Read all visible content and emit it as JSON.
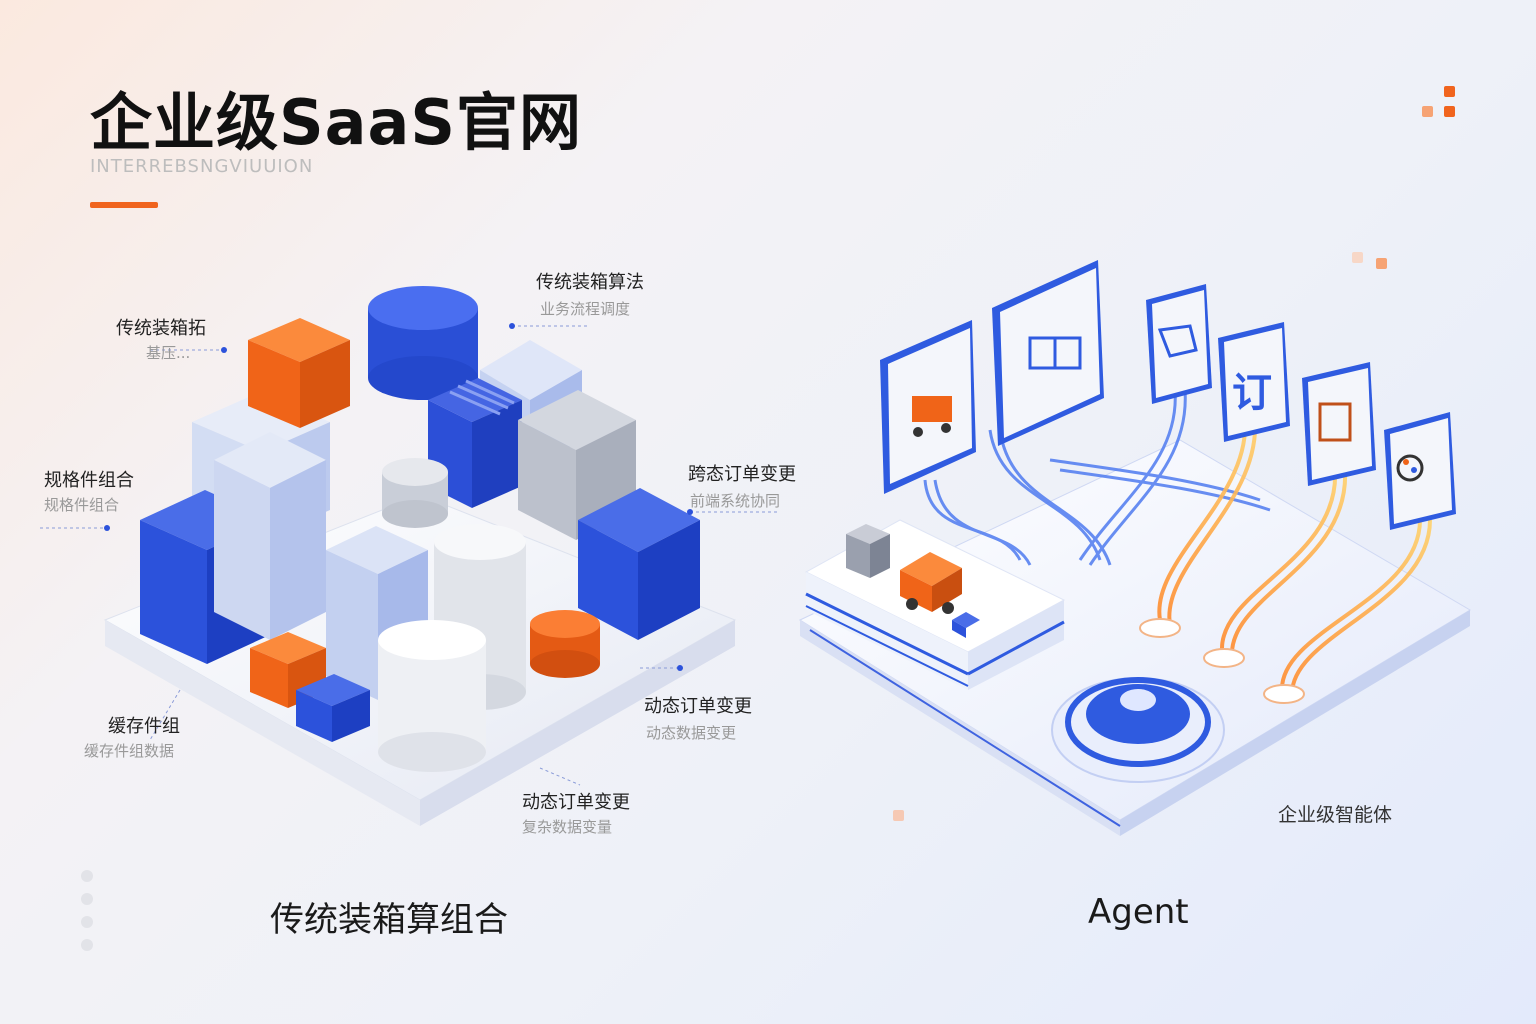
{
  "header": {
    "title": "企业级SaaS官网",
    "subtitle": "INTERREBSNGVIUUION"
  },
  "left_panel": {
    "caption": "传统装箱算组合",
    "callouts": [
      {
        "label": "传统装箱拓",
        "sub": "基压..."
      },
      {
        "label": "传统装箱算法",
        "sub": "业务流程调度"
      },
      {
        "label": "规格件组合",
        "sub": "规格件组合"
      },
      {
        "label": "跨态订单变更",
        "sub": "前端系统协同"
      },
      {
        "label": "缓存件组",
        "sub": "缓存件组数据"
      },
      {
        "label": "动态订单变更",
        "sub": "动态数据变更"
      },
      {
        "label": "动态订单变更",
        "sub": "复杂数据变量"
      }
    ]
  },
  "right_panel": {
    "caption": "Agent",
    "platform_label": "企业级智能体",
    "tiles": [
      {
        "icon": "truck-icon",
        "glyph": ""
      },
      {
        "icon": "package-icon",
        "glyph": ""
      },
      {
        "icon": "tag-icon",
        "glyph": ""
      },
      {
        "icon": "order-icon",
        "glyph": "订"
      },
      {
        "icon": "document-icon",
        "glyph": ""
      },
      {
        "icon": "palette-icon",
        "glyph": ""
      }
    ]
  },
  "colors": {
    "accent_orange": "#f0641e",
    "primary_blue": "#2f5be0",
    "light_blue": "#c7d3f3",
    "gray": "#bfc4cf"
  }
}
